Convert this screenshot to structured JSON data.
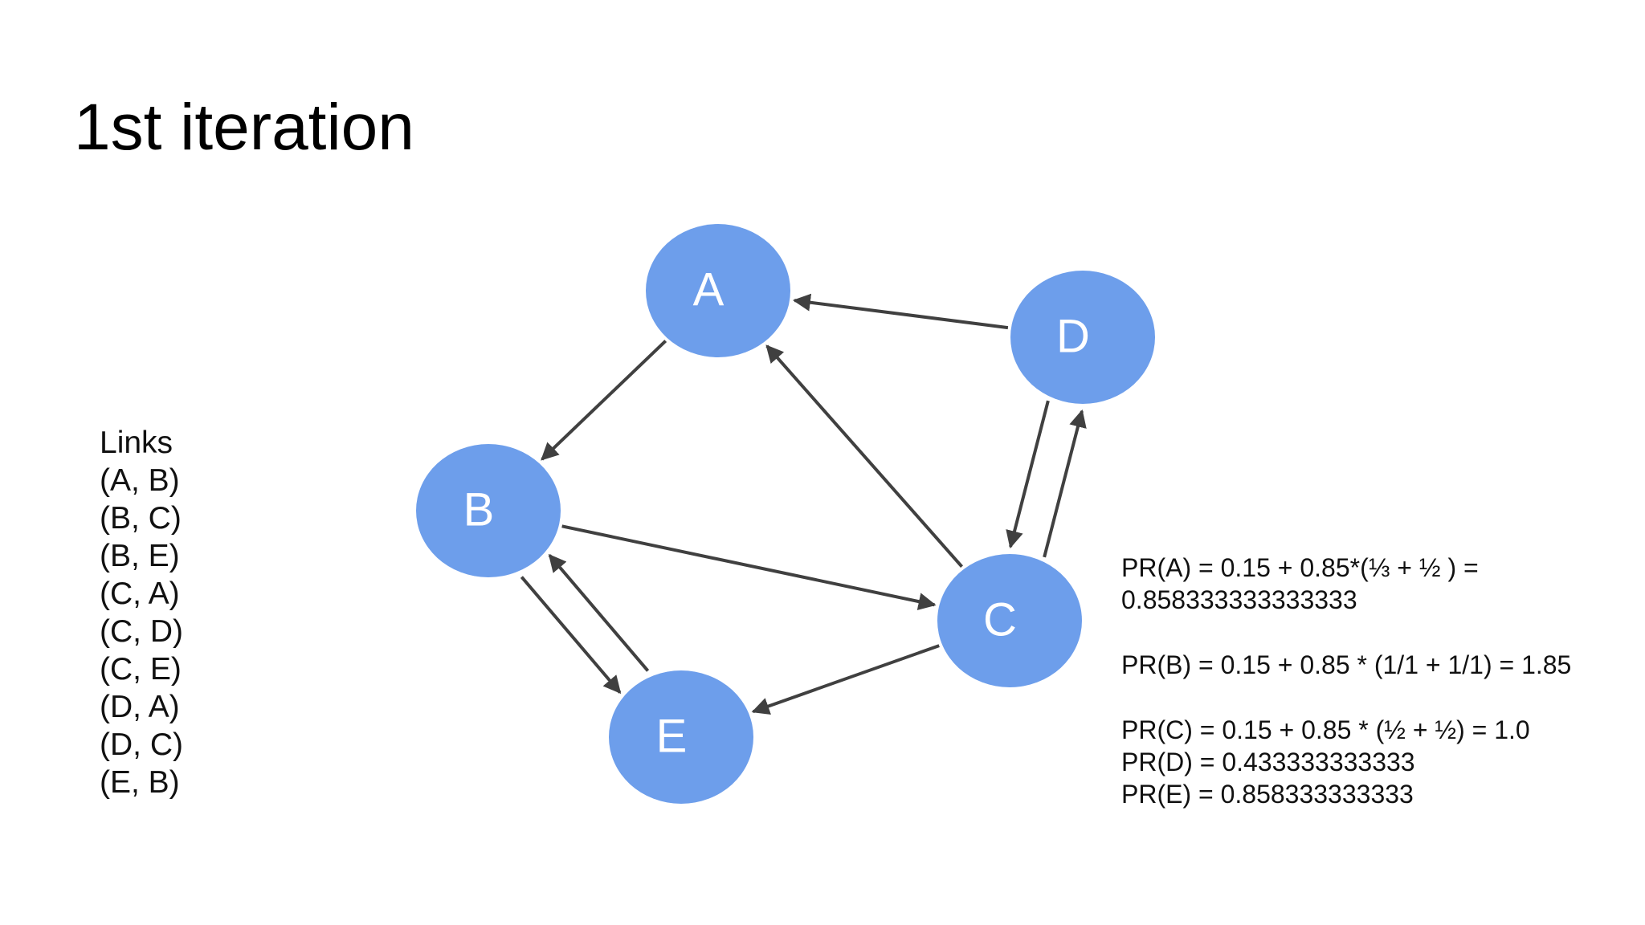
{
  "title": "1st iteration",
  "links": {
    "heading": "Links",
    "items": [
      "(A, B)",
      "(B, C)",
      "(B, E)",
      "(C, A)",
      "(C, D)",
      "(C, E)",
      "(D, A)",
      "(D, C)",
      "(E, B)"
    ]
  },
  "graph": {
    "node_color": "#6d9eeb",
    "edge_color": "#404040",
    "nodes": [
      "A",
      "B",
      "C",
      "D",
      "E"
    ],
    "edges": [
      {
        "from": "A",
        "to": "B"
      },
      {
        "from": "B",
        "to": "C"
      },
      {
        "from": "B",
        "to": "E"
      },
      {
        "from": "C",
        "to": "A"
      },
      {
        "from": "C",
        "to": "D"
      },
      {
        "from": "C",
        "to": "E"
      },
      {
        "from": "D",
        "to": "A"
      },
      {
        "from": "D",
        "to": "C"
      },
      {
        "from": "E",
        "to": "B"
      }
    ]
  },
  "formulas": {
    "pr_a_line1": "PR(A) = 0.15 + 0.85*(⅓ + ½ ) =",
    "pr_a_line2": "0.858333333333333",
    "pr_b": "PR(B) = 0.15 + 0.85 * (1/1 + 1/1) = 1.85",
    "pr_c": "PR(C) = 0.15 + 0.85 * (½ + ½) = 1.0",
    "pr_d": "PR(D) = 0.433333333333",
    "pr_e": "PR(E) = 0.858333333333"
  }
}
